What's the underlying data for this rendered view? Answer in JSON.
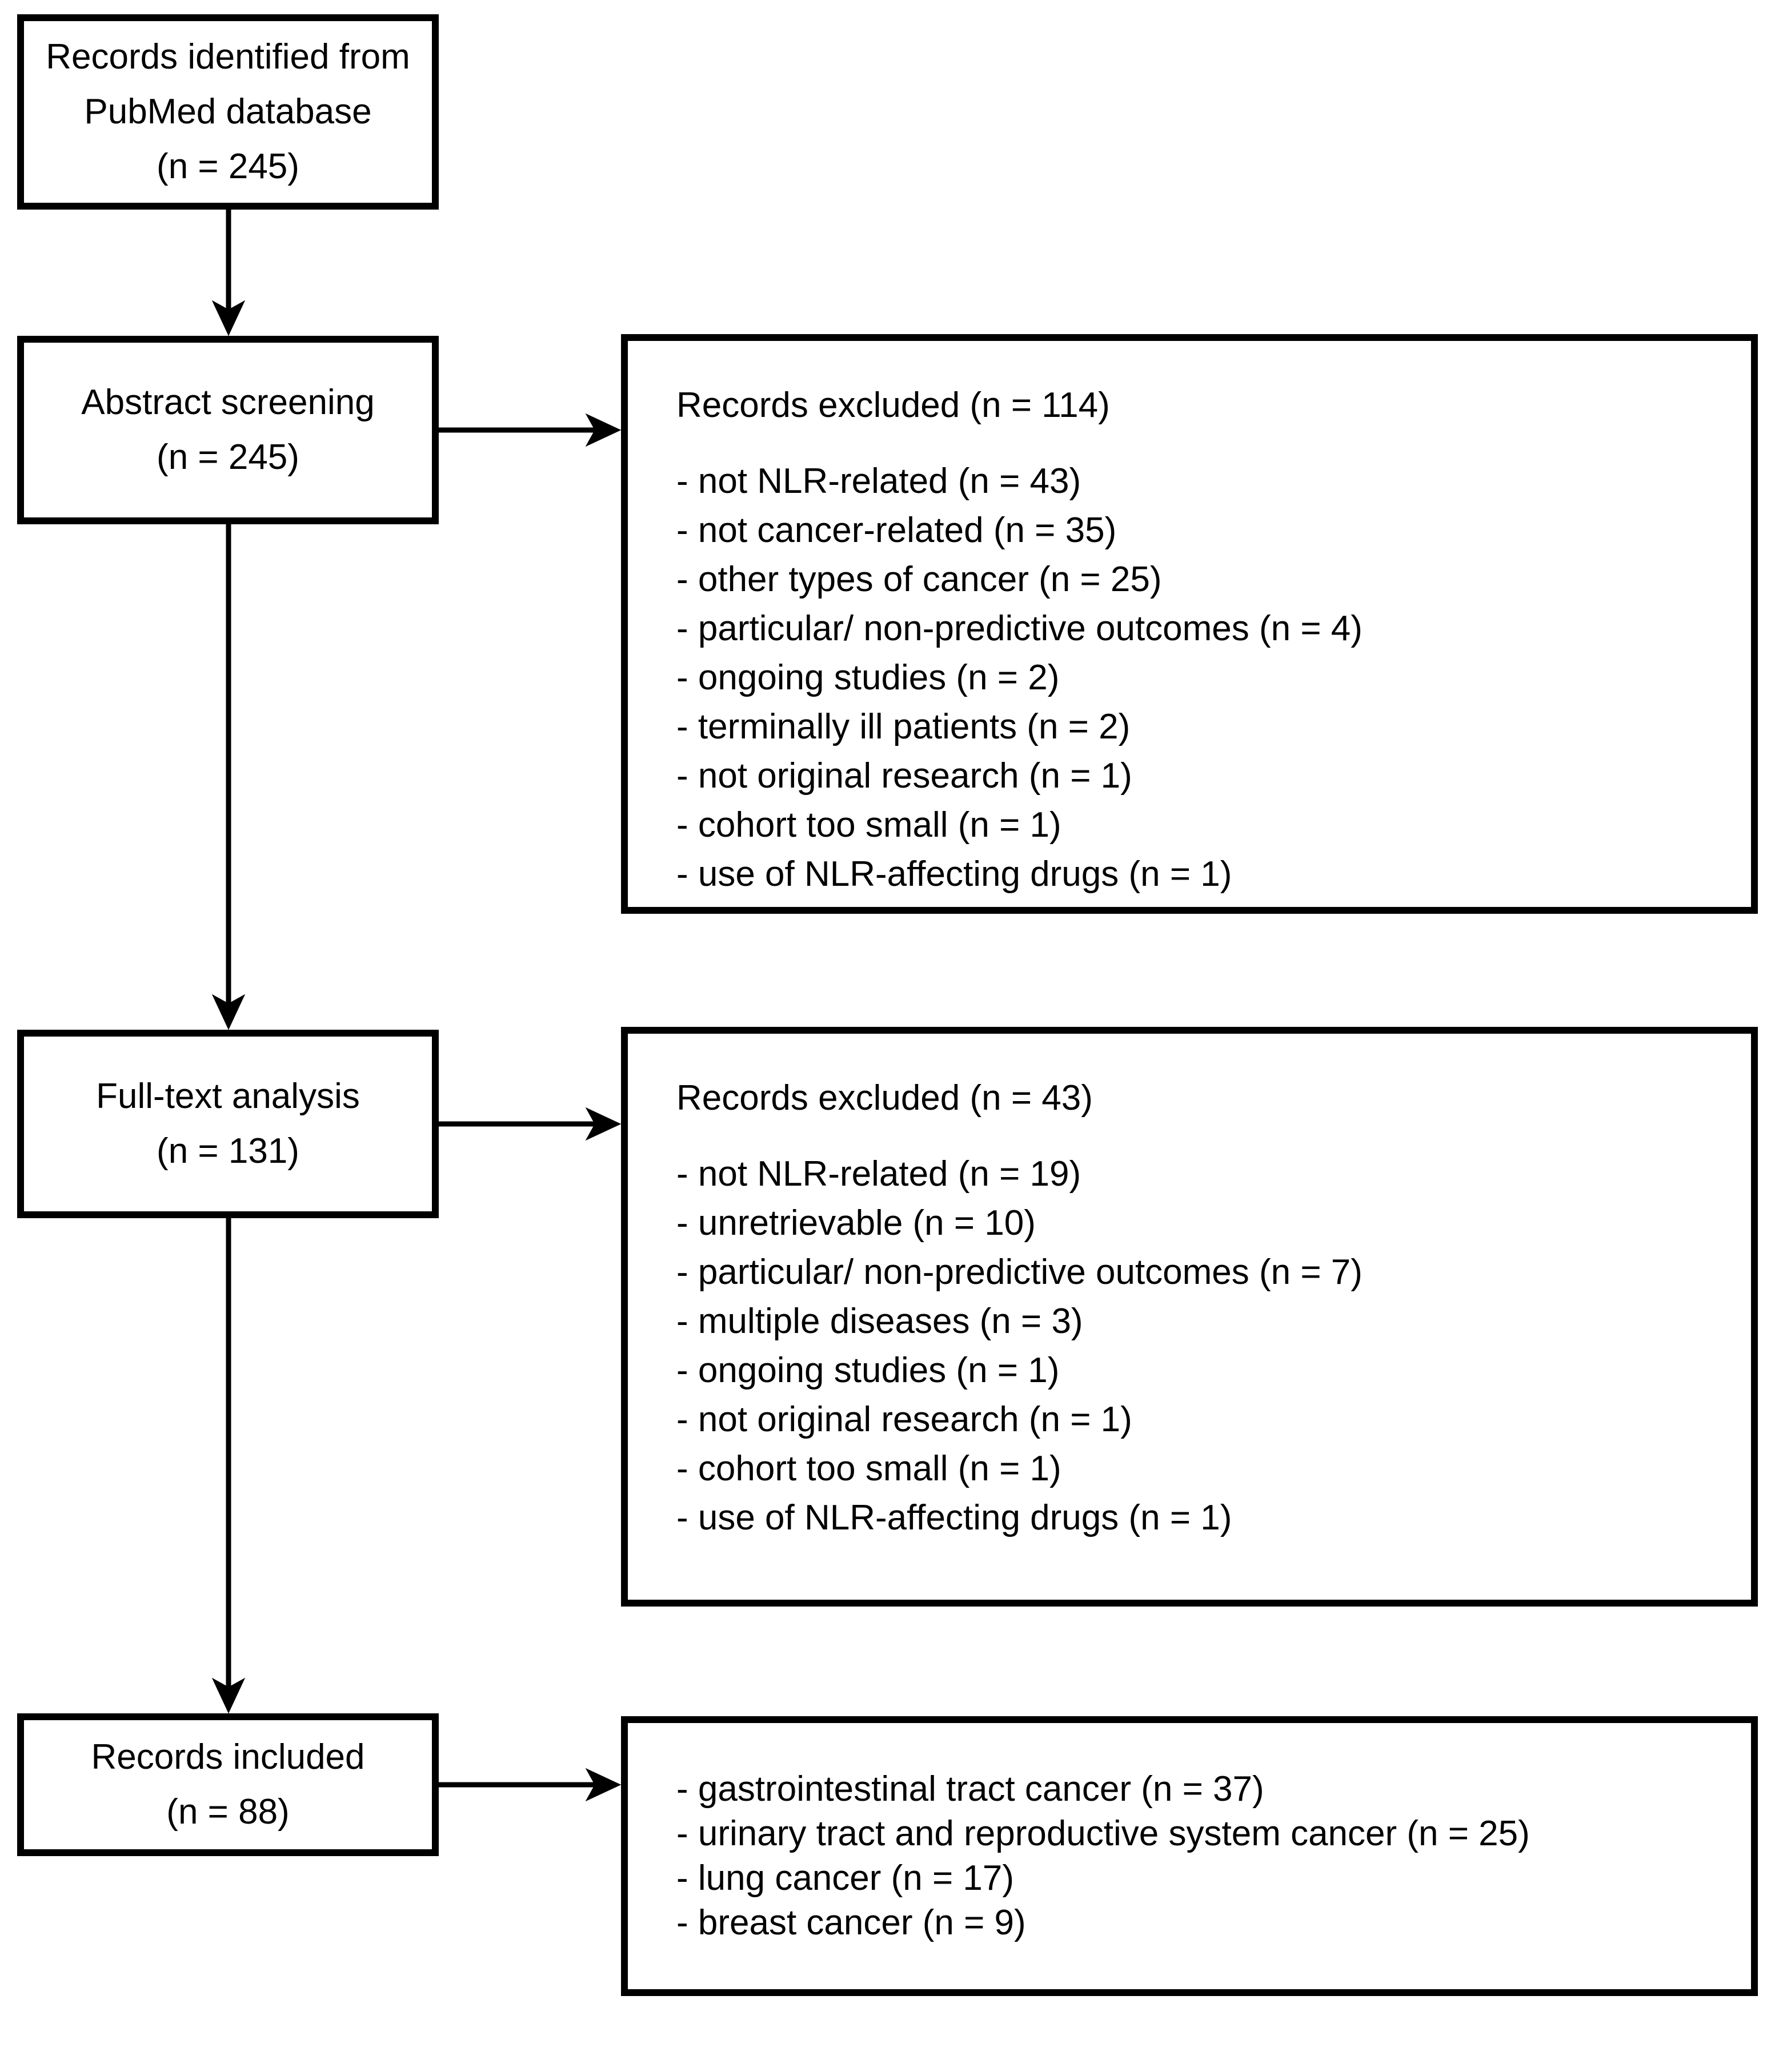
{
  "figure": {
    "background_color": "#ffffff",
    "line_color": "#000000",
    "text_color": "#000000"
  },
  "flow_boxes": [
    {
      "id": "identification",
      "lines": [
        "Records identified from",
        "PubMed database",
        "(n = 245)"
      ]
    },
    {
      "id": "abstract-screening",
      "lines": [
        "Abstract screening",
        "(n = 245)"
      ]
    },
    {
      "id": "full-text-analysis",
      "lines": [
        "Full-text analysis",
        "(n = 131)"
      ]
    },
    {
      "id": "records-included",
      "lines": [
        "Records included",
        "(n = 88)"
      ]
    }
  ],
  "side_boxes": [
    {
      "id": "excluded-after-abstract",
      "title": "Records excluded (n = 114)",
      "items": [
        "- not NLR-related (n = 43)",
        "- not cancer-related (n = 35)",
        "- other types of cancer (n = 25)",
        "- particular/ non-predictive outcomes (n = 4)",
        "- ongoing studies (n = 2)",
        "- terminally ill patients (n = 2)",
        "- not original research (n = 1)",
        "- cohort too small (n = 1)",
        "- use of NLR-affecting drugs (n = 1)"
      ]
    },
    {
      "id": "excluded-after-fulltext",
      "title": "Records excluded (n = 43)",
      "items": [
        "- not NLR-related (n = 19)",
        "- unretrievable (n = 10)",
        "- particular/ non-predictive outcomes (n = 7)",
        "- multiple diseases (n = 3)",
        "- ongoing studies (n = 1)",
        "- not original research (n = 1)",
        "- cohort too small (n = 1)",
        "- use of NLR-affecting drugs (n = 1)"
      ]
    },
    {
      "id": "included-breakdown",
      "items": [
        "- gastrointestinal tract cancer (n = 37)",
        "- urinary tract and reproductive system cancer (n = 25)",
        "- lung cancer (n = 17)",
        "- breast cancer (n = 9)"
      ]
    }
  ],
  "connections": [
    {
      "from": "identification",
      "to": "abstract-screening",
      "direction": "down"
    },
    {
      "from": "abstract-screening",
      "to": "excluded-after-abstract",
      "direction": "right"
    },
    {
      "from": "abstract-screening",
      "to": "full-text-analysis",
      "direction": "down"
    },
    {
      "from": "full-text-analysis",
      "to": "excluded-after-fulltext",
      "direction": "right"
    },
    {
      "from": "full-text-analysis",
      "to": "records-included",
      "direction": "down"
    },
    {
      "from": "records-included",
      "to": "included-breakdown",
      "direction": "right"
    }
  ]
}
